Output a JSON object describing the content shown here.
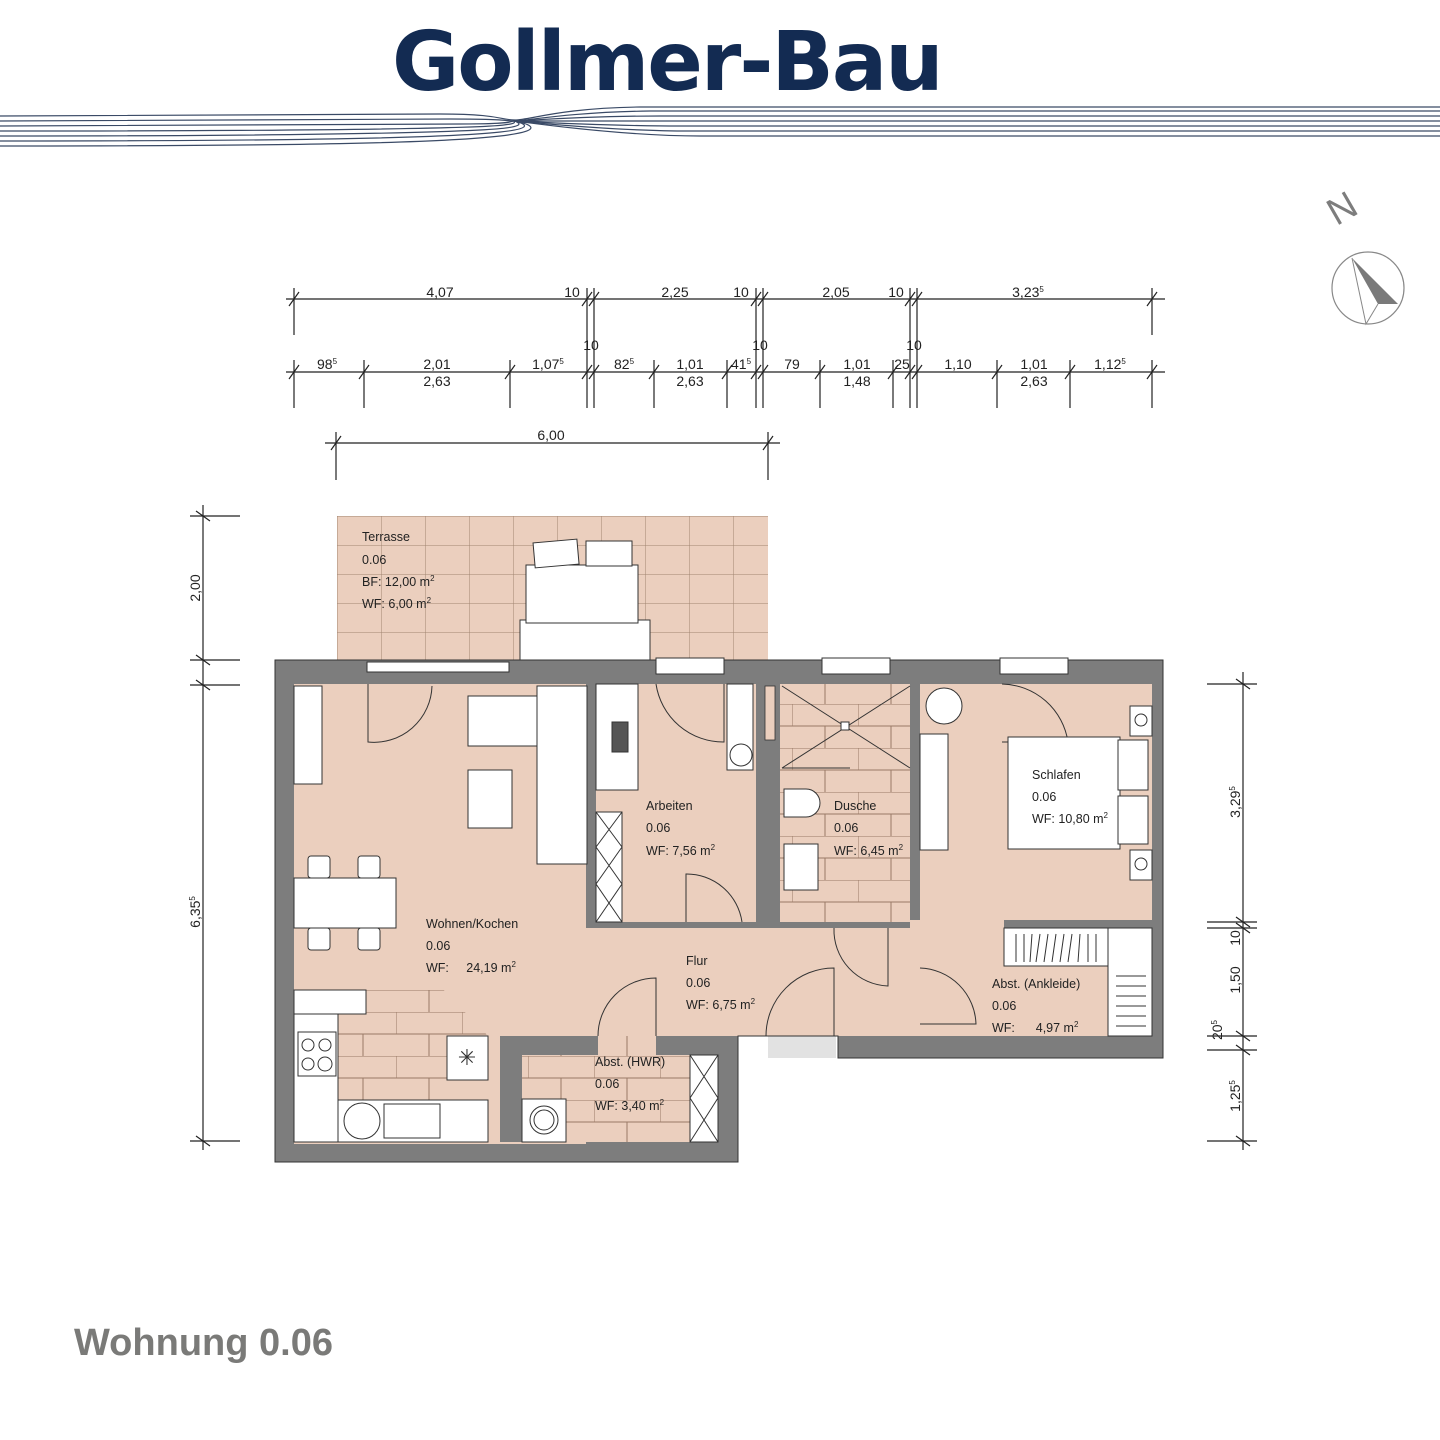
{
  "header": {
    "logo_text": "Gollmer-Bau",
    "brand_color": "#132b52"
  },
  "compass": {
    "label": "N"
  },
  "title": "Wohnung 0.06",
  "colors": {
    "room_fill": "#ebcfbe",
    "wall": "#7d7d7d",
    "tile_line": "#9a7a66",
    "dim_line": "#222222"
  },
  "dimensions": {
    "top_row1": [
      {
        "value": "4,07"
      },
      {
        "value": "10"
      },
      {
        "value": "2,25"
      },
      {
        "value": "10"
      },
      {
        "value": "2,05"
      },
      {
        "value": "10"
      },
      {
        "value": "3,23",
        "sup": "5"
      }
    ],
    "top_row2_walls": [
      {
        "value": "10"
      },
      {
        "value": "10"
      },
      {
        "value": "10"
      }
    ],
    "top_row2": [
      {
        "value": "98",
        "sup": "5"
      },
      {
        "value": "2,01",
        "sub": "2,63"
      },
      {
        "value": "1,07",
        "sup": "5"
      },
      {
        "value": "82",
        "sup": "5"
      },
      {
        "value": "1,01",
        "sub": "2,63"
      },
      {
        "value": "41",
        "sup": "5"
      },
      {
        "value": "79"
      },
      {
        "value": "1,01",
        "sub": "1,48"
      },
      {
        "value": "25"
      },
      {
        "value": "1,10"
      },
      {
        "value": "1,01",
        "sub": "2,63"
      },
      {
        "value": "1,12",
        "sup": "5"
      }
    ],
    "terrace_width": {
      "value": "6,00"
    },
    "left": [
      {
        "value": "2,00"
      },
      {
        "value": "6,35",
        "sup": "5"
      }
    ],
    "right": [
      {
        "value": "3,29",
        "sup": "5"
      },
      {
        "value": "10"
      },
      {
        "value": "1,50"
      },
      {
        "value": "20",
        "sup": "5"
      },
      {
        "value": "1,25",
        "sup": "5"
      }
    ]
  },
  "rooms": [
    {
      "name": "Terrasse",
      "number": "0.06",
      "lines": [
        "BF: 12,00 m",
        "WF:  6,00 m"
      ]
    },
    {
      "name": "Wohnen/Kochen",
      "number": "0.06",
      "lines": [
        "WF:     24,19 m"
      ]
    },
    {
      "name": "Arbeiten",
      "number": "0.06",
      "lines": [
        "WF: 7,56 m"
      ]
    },
    {
      "name": "Dusche",
      "number": "0.06",
      "lines": [
        "WF: 6,45 m"
      ]
    },
    {
      "name": "Schlafen",
      "number": "0.06",
      "lines": [
        "WF: 10,80 m"
      ]
    },
    {
      "name": "Flur",
      "number": "0.06",
      "lines": [
        "WF: 6,75 m"
      ]
    },
    {
      "name": "Abst. (HWR)",
      "number": "0.06",
      "lines": [
        "WF: 3,40 m"
      ]
    },
    {
      "name": "Abst. (Ankleide)",
      "number": "0.06",
      "lines": [
        "WF:      4,97 m"
      ]
    }
  ],
  "area_unit_sup": "2"
}
